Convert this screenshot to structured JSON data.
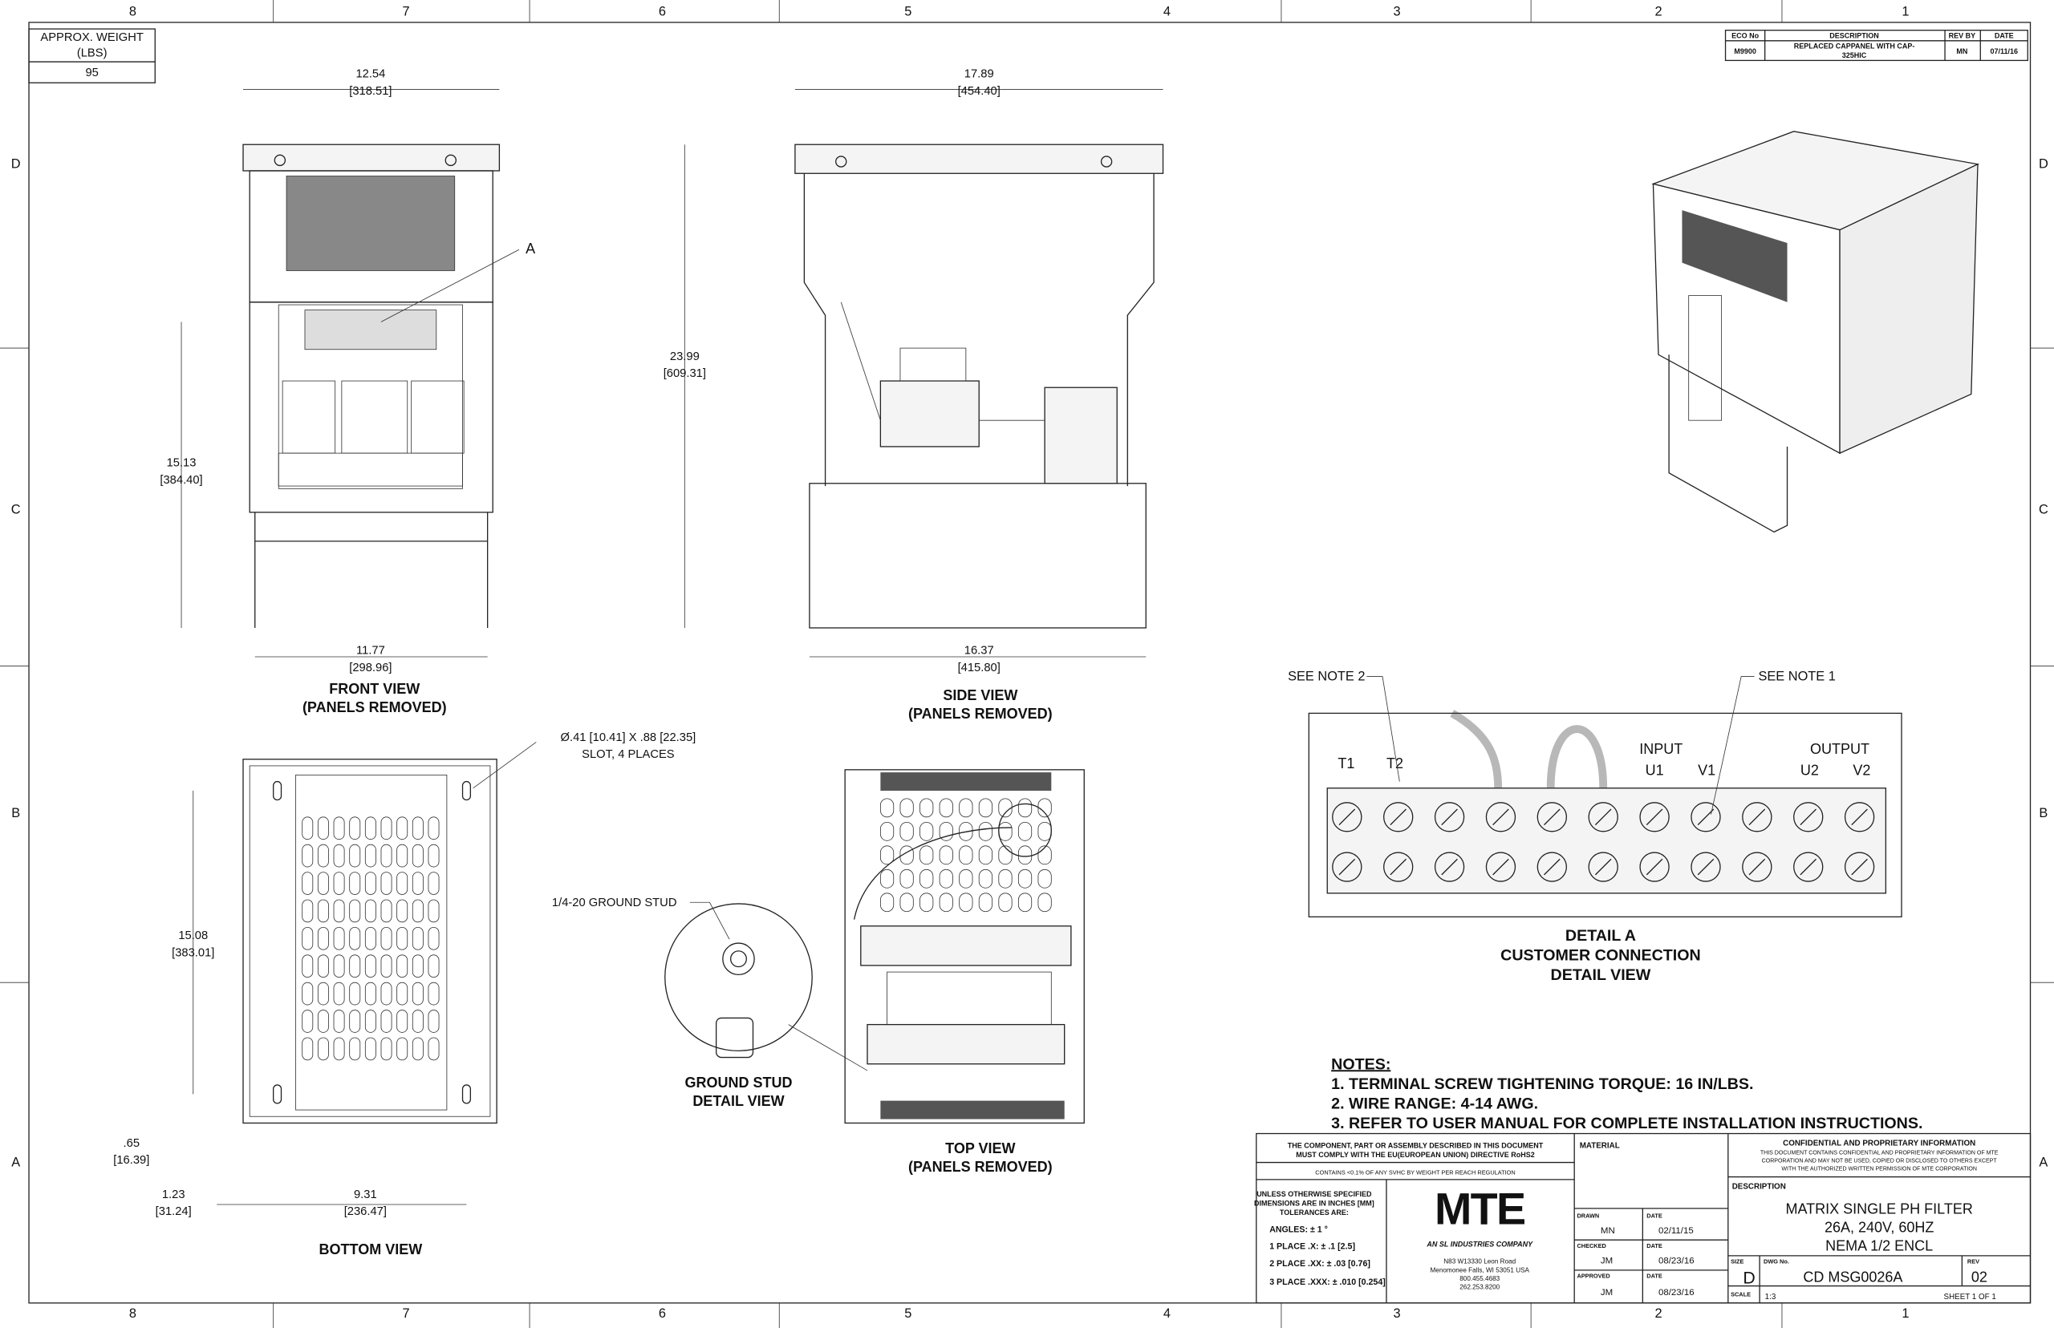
{
  "zones": {
    "columns": [
      "8",
      "7",
      "6",
      "5",
      "4",
      "3",
      "2",
      "1"
    ],
    "rows": [
      "D",
      "C",
      "B",
      "A"
    ]
  },
  "weight": {
    "label": "APPROX. WEIGHT",
    "unit": "(LBS)",
    "value": "95"
  },
  "revision_table": {
    "headers": [
      "ECO No",
      "DESCRIPTION",
      "REV BY",
      "DATE"
    ],
    "rows": [
      {
        "eco": "M9900",
        "description_1": "REPLACED CAPPANEL WITH CAP-",
        "description_2": "325HIC",
        "rev_by": "MN",
        "date": "07/11/16"
      }
    ]
  },
  "front_view": {
    "title": "FRONT VIEW",
    "subtitle": "(PANELS REMOVED)",
    "dim_width_top": "12.54",
    "dim_width_top_mm": "[318.51]",
    "dim_height": "15.13",
    "dim_height_mm": "[384.40]",
    "dim_width_bottom": "11.77",
    "dim_width_bottom_mm": "[298.96]",
    "callout": "A"
  },
  "side_view": {
    "title": "SIDE VIEW",
    "subtitle": "(PANELS REMOVED)",
    "dim_width_top": "17.89",
    "dim_width_top_mm": "[454.40]",
    "dim_height": "23.99",
    "dim_height_mm": "[609.31]",
    "dim_width_bottom": "16.37",
    "dim_width_bottom_mm": "[415.80]"
  },
  "bottom_view": {
    "title": "BOTTOM VIEW",
    "slot_note_1": "Ø.41 [10.41] X .88 [22.35]",
    "slot_note_2": "SLOT, 4 PLACES",
    "dim_height": "15.08",
    "dim_height_mm": "[383.01]",
    "dim_offset": ".65",
    "dim_offset_mm": "[16.39]",
    "dim_left": "1.23",
    "dim_left_mm": "[31.24]",
    "dim_span": "9.31",
    "dim_span_mm": "[236.47]"
  },
  "ground_stud": {
    "label": "1/4-20 GROUND STUD",
    "title": "GROUND STUD",
    "subtitle": "DETAIL VIEW"
  },
  "top_view": {
    "title": "TOP VIEW",
    "subtitle": "(PANELS REMOVED)"
  },
  "detail_a": {
    "title_1": "DETAIL A",
    "title_2": "CUSTOMER CONNECTION",
    "title_3": "DETAIL VIEW",
    "note_left": "SEE NOTE 2",
    "note_right": "SEE NOTE 1",
    "input_label": "INPUT",
    "output_label": "OUTPUT",
    "terminals": [
      "T1",
      "T2",
      "U1",
      "V1",
      "U2",
      "V2"
    ]
  },
  "notes": {
    "heading": "NOTES:",
    "items": [
      "1.  TERMINAL SCREW TIGHTENING TORQUE: 16 IN/LBS.",
      "2.  WIRE RANGE: 4-14 AWG.",
      "3.  REFER TO USER MANUAL FOR COMPLETE INSTALLATION INSTRUCTIONS."
    ]
  },
  "title_block": {
    "rohs_1": "THE COMPONENT, PART OR ASSEMBLY DESCRIBED IN THIS DOCUMENT",
    "rohs_2": "MUST COMPLY WITH THE EU(EUROPEAN UNION) DIRECTIVE RoHS2",
    "reach": "CONTAINS <0.1% OF ANY SVHC BY WEIGHT PER REACH REGULATION",
    "tol_1": "UNLESS OTHERWISE SPECIFIED",
    "tol_2": "DIMENSIONS ARE IN INCHES [MM]",
    "tol_3": "TOLERANCES ARE:",
    "angles": "ANGLES: ± 1 °",
    "place1": "1 PLACE .X: ± .1 [2.5]",
    "place2": "2 PLACE .XX: ± .03 [0.76]",
    "place3": "3 PLACE .XXX: ± .010 [0.254]",
    "logo": "MTE",
    "logo_sub": "AN SL INDUSTRIES COMPANY",
    "address": [
      "N83 W13330 Leon Road",
      "Menomonee Falls, WI 53051 USA",
      "800.455.4683",
      "262.253.8200"
    ],
    "material_label": "MATERIAL",
    "drawn_label": "DRAWN",
    "drawn_by": "MN",
    "drawn_date": "02/11/15",
    "checked_label": "CHECKED",
    "checked_by": "JM",
    "checked_date": "08/23/16",
    "approved_label": "APPROVED",
    "approved_by": "JM",
    "approved_date": "08/23/16",
    "date_label": "DATE",
    "conf_title": "CONFIDENTIAL AND PROPRIETARY INFORMATION",
    "conf_1": "THIS DOCUMENT CONTAINS CONFIDENTIAL AND PROPRIETARY INFORMATION OF MTE",
    "conf_2": "CORPORATION AND MAY NOT BE USED, COPIED OR DISCLOSED TO OTHERS EXCEPT",
    "conf_3": "WITH THE AUTHORIZED WRITTEN PERMISSION OF MTE CORPORATION",
    "description_label": "DESCRIPTION",
    "description": [
      "MATRIX SINGLE PH FILTER",
      "26A, 240V, 60HZ",
      "NEMA 1/2 ENCL"
    ],
    "size_label": "SIZE",
    "size": "D",
    "dwg_label": "DWG No.",
    "dwg_no": "CD MSG0026A",
    "rev_label": "REV",
    "rev": "02",
    "scale_label": "SCALE",
    "scale": "1:3",
    "sheet": "SHEET 1  OF 1"
  }
}
